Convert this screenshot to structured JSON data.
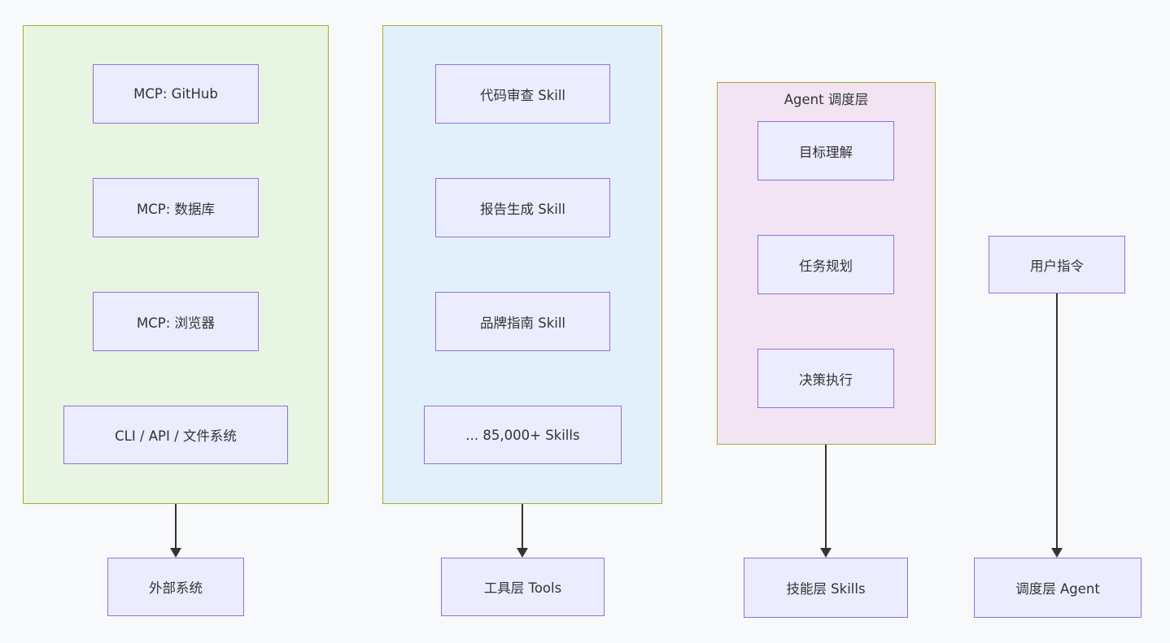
{
  "colors": {
    "background": "#f8f9fa",
    "node_fill": "#ECECFF",
    "node_border": "#9370DB",
    "container_border": "#AAAA33",
    "green_container_fill": "#E8F5E3",
    "blue_container_fill": "#E1F0FA",
    "pink_container_fill": "#F2E4F3",
    "arrow": "#333333",
    "text": "#333333"
  },
  "groups": {
    "external": {
      "nodes": [
        {
          "label": "MCP: GitHub"
        },
        {
          "label": "MCP: 数据库"
        },
        {
          "label": "MCP: 浏览器"
        },
        {
          "label": "CLI / API / 文件系统"
        }
      ],
      "target": {
        "label": "外部系统"
      }
    },
    "tools": {
      "nodes": [
        {
          "label": "代码审查 Skill"
        },
        {
          "label": "报告生成 Skill"
        },
        {
          "label": "品牌指南 Skill"
        },
        {
          "label": "... 85,000+ Skills"
        }
      ],
      "target": {
        "label": "工具层 Tools"
      }
    },
    "agent": {
      "title": "Agent 调度层",
      "nodes": [
        {
          "label": "目标理解"
        },
        {
          "label": "任务规划"
        },
        {
          "label": "决策执行"
        }
      ],
      "target": {
        "label": "技能层 Skills"
      }
    },
    "user": {
      "source": {
        "label": "用户指令"
      },
      "target": {
        "label": "调度层 Agent"
      }
    }
  }
}
